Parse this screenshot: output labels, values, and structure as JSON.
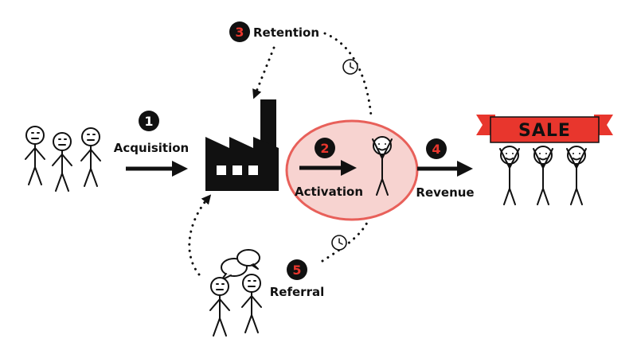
{
  "colors": {
    "ink": "#111111",
    "accent_red": "#e8362d",
    "activation_fill": "#f7d3d0",
    "activation_stroke": "#e8605a"
  },
  "steps": [
    {
      "number": "1",
      "label": "Acquisition"
    },
    {
      "number": "2",
      "label": "Activation"
    },
    {
      "number": "3",
      "label": "Retention"
    },
    {
      "number": "4",
      "label": "Revenue"
    },
    {
      "number": "5",
      "label": "Referral"
    }
  ],
  "banner": {
    "text": "SALE"
  },
  "icons": [
    "factory-icon",
    "clock-icon",
    "speech-bubble-icon",
    "stick-figure-icon",
    "arrow-icon"
  ]
}
